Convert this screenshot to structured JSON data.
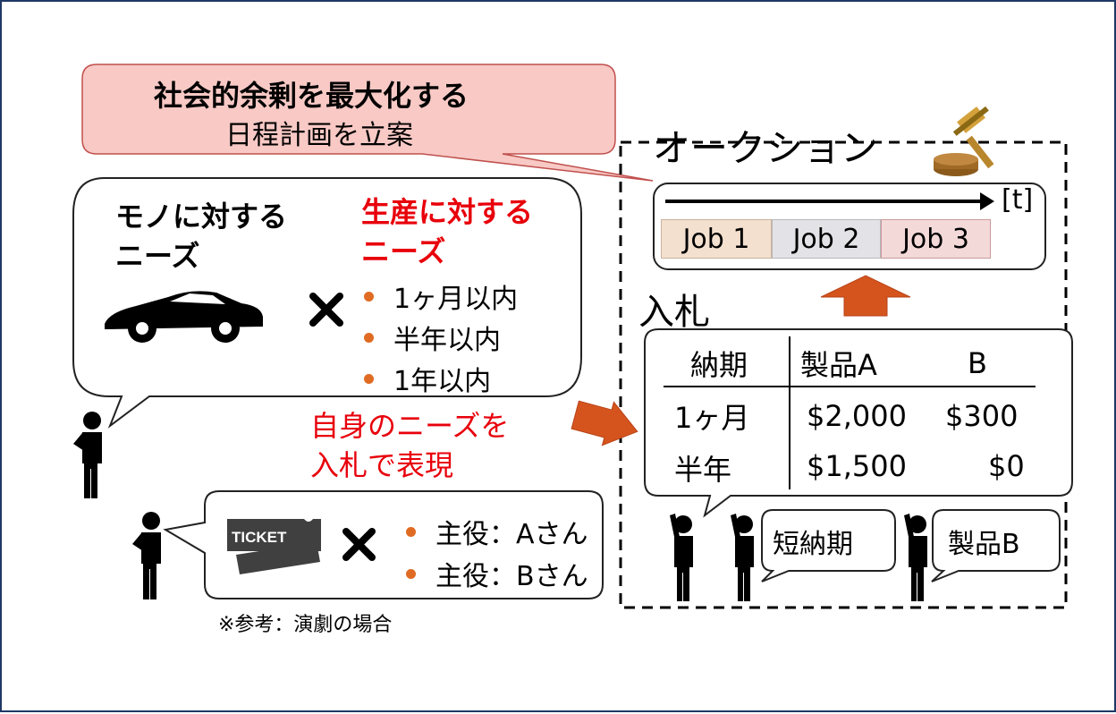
{
  "callout": {
    "title": "社会的余剰を最大化する",
    "subtitle": "日程計画を立案"
  },
  "auction": {
    "title": "オークション",
    "time_label": "[t]",
    "jobs": [
      "Job 1",
      "Job 2",
      "Job 3"
    ],
    "bid_label": "入札"
  },
  "bid_table": {
    "headers": [
      "納期",
      "製品A",
      "B"
    ],
    "rows": [
      [
        "1ヶ月",
        "$2,000",
        "$300"
      ],
      [
        "半年",
        "$1,500",
        "$0"
      ]
    ]
  },
  "bidders": {
    "short_lead": "短納期",
    "product_b": "製品B"
  },
  "needs": {
    "goods_line1": "モノに対する",
    "goods_line2": "ニーズ",
    "production_line1": "生産に対する",
    "production_line2": "ニーズ",
    "timeframes": [
      "1ヶ月以内",
      "半年以内",
      "1年以内"
    ]
  },
  "express": {
    "line1": "自身のニーズを",
    "line2": "入札で表現"
  },
  "theater": {
    "options": [
      "主役：Aさん",
      "主役：Bさん"
    ],
    "note": "※参考：演劇の場合"
  },
  "colors": {
    "callout_fill": "#f8c9c5",
    "accent_red": "#e8000b",
    "arrow_orange": "#d5541d",
    "frame_border": "#1f3864"
  }
}
